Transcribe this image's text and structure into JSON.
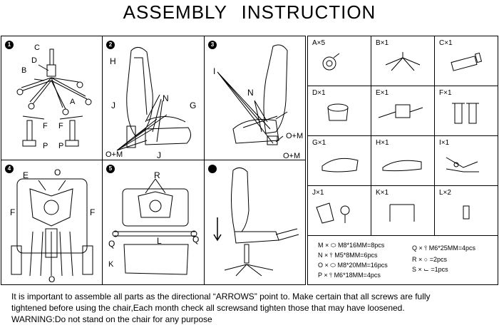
{
  "title": "ASSEMBLY INSTRUCTION",
  "steps": [
    {
      "number": "1",
      "labels": {
        "a": "A",
        "b": "B",
        "c": "C",
        "d": "D",
        "f1": "F",
        "f2": "F",
        "p1": "P",
        "p2": "P"
      }
    },
    {
      "number": "2",
      "labels": {
        "h": "H",
        "j1": "J",
        "n": "N",
        "g": "G",
        "om": "O+M",
        "j2": "J"
      }
    },
    {
      "number": "3",
      "labels": {
        "i": "I",
        "n": "N",
        "om1": "O+M",
        "om2": "O+M"
      }
    },
    {
      "number": "4",
      "labels": {
        "e": "E",
        "o1": "O",
        "f1": "F",
        "f2": "F",
        "o2": "O"
      }
    },
    {
      "number": "5",
      "labels": {
        "r": "R",
        "l": "L",
        "q1": "Q",
        "q2": "Q",
        "k": "K"
      }
    },
    {
      "number": "",
      "labels": {}
    }
  ],
  "parts": [
    {
      "label": "A×5"
    },
    {
      "label": "B×1"
    },
    {
      "label": "C×1"
    },
    {
      "label": "D×1"
    },
    {
      "label": "E×1"
    },
    {
      "label": "F×1"
    },
    {
      "label": "G×1"
    },
    {
      "label": "H×1"
    },
    {
      "label": "I×1"
    },
    {
      "label": "J×1"
    },
    {
      "label": "K×1"
    },
    {
      "label": "L×2"
    }
  ],
  "screws": {
    "m": "M ×",
    "m_spec": "M8*16MM=8pcs",
    "n": "N ×",
    "n_spec": "M5*8MM=6pcs",
    "o": "O ×",
    "o_spec": "M8*20MM=16pcs",
    "p": "P ×",
    "p_spec": "M6*18MM=4pcs",
    "q": "Q ×",
    "q_spec": "M6*25MM=4pcs",
    "r": "R ×",
    "r_spec": "=2pcs",
    "s": "S ×",
    "s_spec": "=1pcs"
  },
  "notes": {
    "line1": "It is important to assemble all parts as the directional “ARROWS” point to. Make certain that all screws are fully",
    "line2": "tightened  before using the chair,Each month check all screwsand tighten those that may have loosened.",
    "line3": "WARNING:Do not stand on the chair for any purpose"
  }
}
